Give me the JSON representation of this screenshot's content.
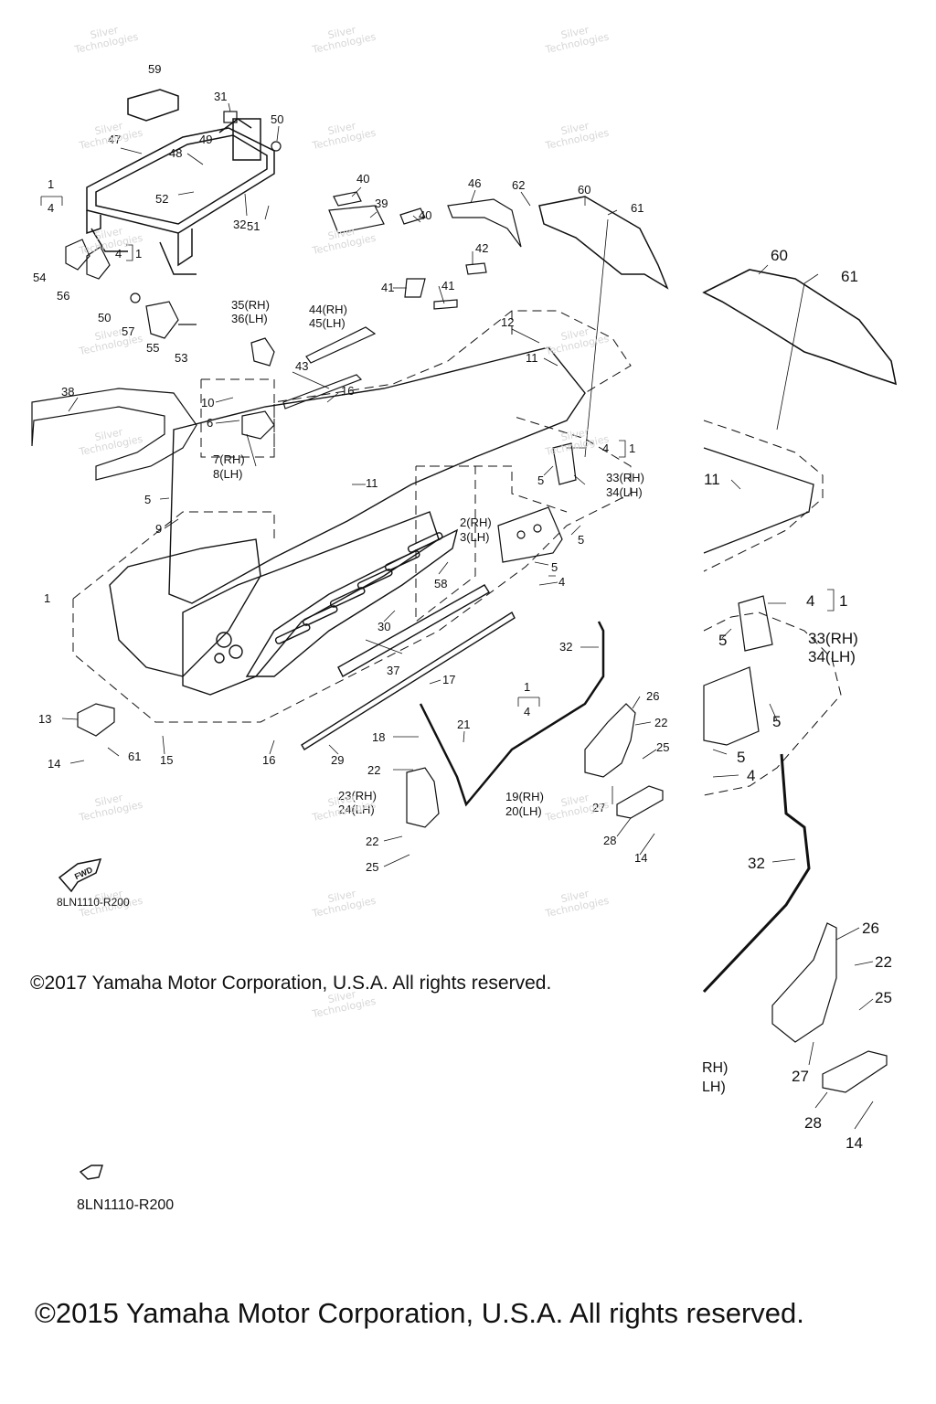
{
  "copyright_main": "©2015 Yamaha Motor Corporation, U.S.A. All rights reserved.",
  "copyright_inner": "©2017 Yamaha Motor Corporation, U.S.A. All rights reserved.",
  "diagram_code_inner": "8LN1110-R200",
  "diagram_code_outer": "8LN1110-R200",
  "fwd_label": "FWD",
  "fragment_rh": "RH)",
  "fragment_lh": "LH)",
  "watermark": {
    "line1": "Silver",
    "line2": "Technologies"
  },
  "callouts": {
    "c59": "59",
    "c31": "31",
    "c50a": "50",
    "c47": "47",
    "c49": "49",
    "c48": "48",
    "c1a": "1",
    "c4a": "4",
    "c52": "52",
    "c32a": "32",
    "c51": "51",
    "c4b": "4",
    "c1b": "1",
    "c54": "54",
    "c56": "56",
    "c50b": "50",
    "c57": "57",
    "c55": "55",
    "c53": "53",
    "c35": "35(RH)",
    "c36": "36(LH)",
    "c44": "44(RH)",
    "c45": "45(LH)",
    "c40a": "40",
    "c39": "39",
    "c40b": "40",
    "c46": "46",
    "c62": "62",
    "c60": "60",
    "c61a": "61",
    "c42": "42",
    "c41a": "41",
    "c41b": "41",
    "c12": "12",
    "c11a": "11",
    "c43": "43",
    "c16a": "16",
    "c38": "38",
    "c10": "10",
    "c6": "6",
    "c7": "7(RH)",
    "c8": "8(LH)",
    "c4c": "4",
    "c1c": "1",
    "c11b": "11",
    "c5a": "5",
    "c33": "33(RH)",
    "c34": "34(LH)",
    "c5b": "5",
    "c9": "9",
    "c2": "2(RH)",
    "c3": "3(LH)",
    "c5c": "5",
    "c5d": "5",
    "c4d": "4",
    "c1d": "1",
    "c58": "58",
    "c30": "30",
    "c32b": "32",
    "c37": "37",
    "c17": "17",
    "c13": "13",
    "c14a": "14",
    "c61b": "61",
    "c15": "15",
    "c16b": "16",
    "c29": "29",
    "c18": "18",
    "c21": "21",
    "c1e": "1",
    "c4e": "4",
    "c26a": "26",
    "c22a": "22",
    "c25a": "25",
    "c22b": "22",
    "c23": "23(RH)",
    "c24": "24(LH)",
    "c19": "19(RH)",
    "c20": "20(LH)",
    "c27a": "27",
    "c28a": "28",
    "c14b": "14",
    "c22c": "22",
    "c25b": "25",
    "z60": "60",
    "z61": "61",
    "z11": "11",
    "z4a": "4",
    "z1a": "1",
    "z5a": "5",
    "z33": "33(RH)",
    "z34": "34(LH)",
    "z5b": "5",
    "z5c": "5",
    "z4b": "4",
    "z32": "32",
    "z26": "26",
    "z22": "22",
    "z25": "25",
    "z27": "27",
    "z28": "28",
    "z14": "14"
  }
}
